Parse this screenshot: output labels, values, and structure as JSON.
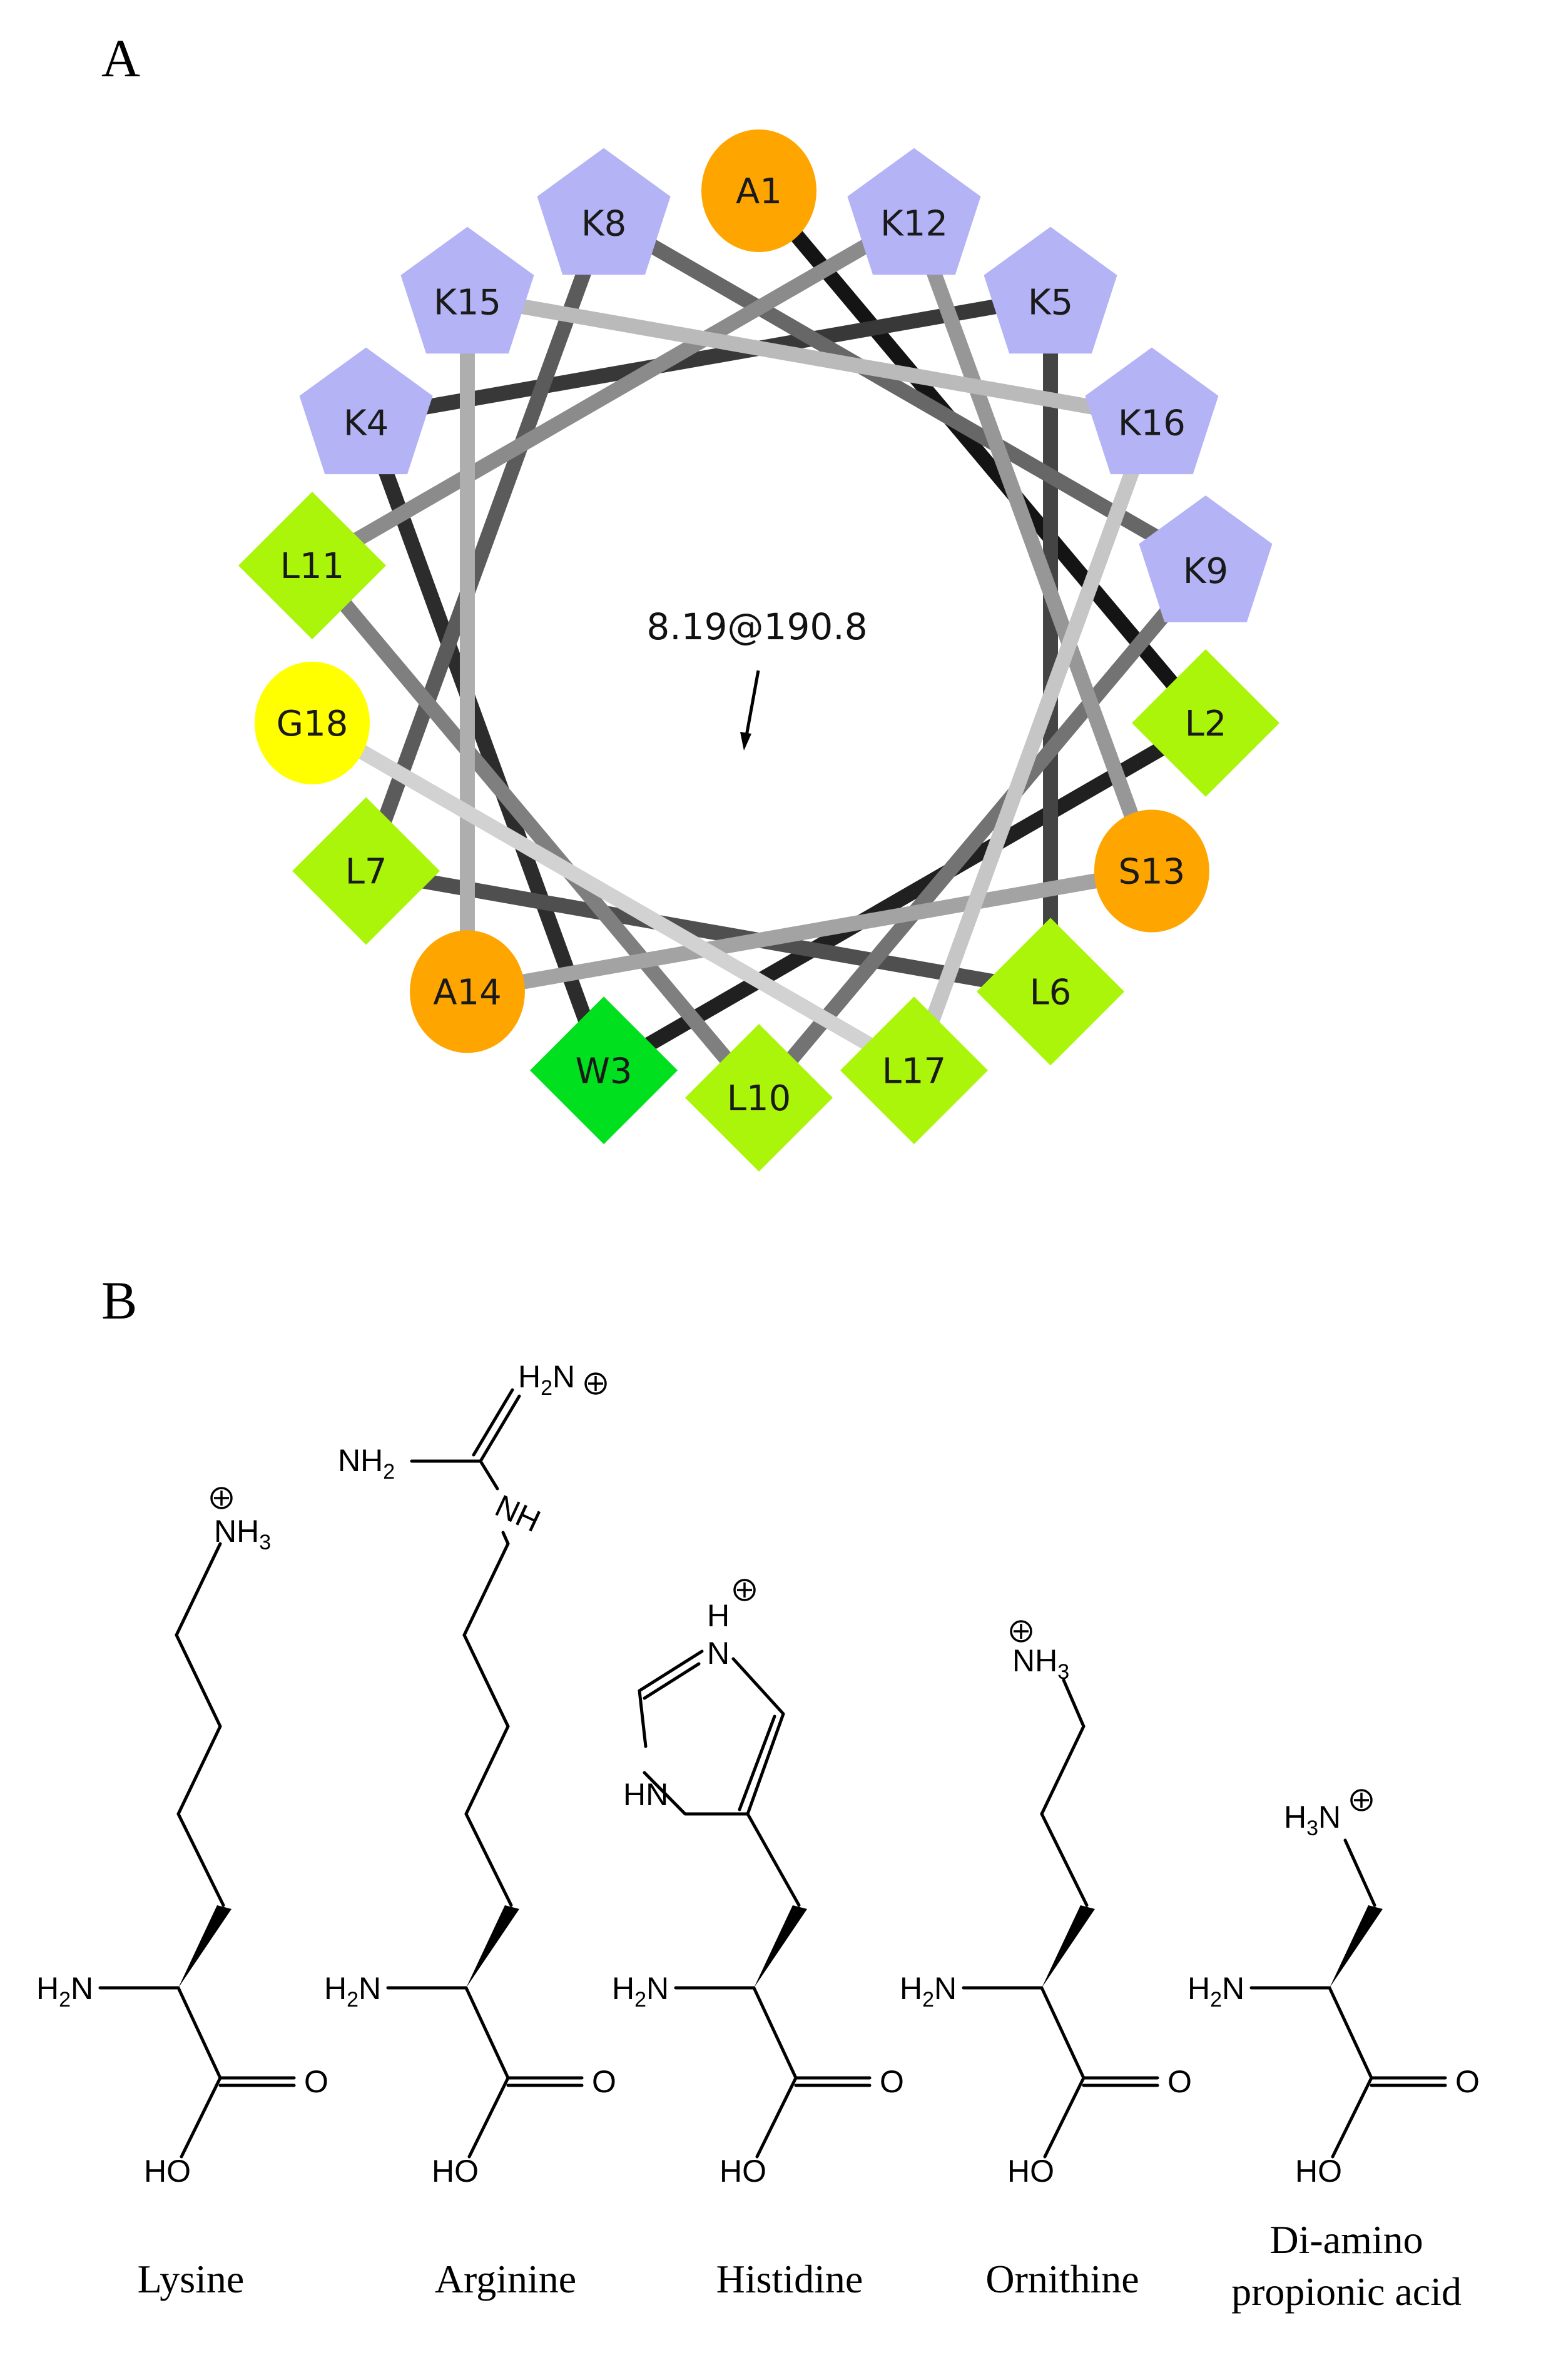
{
  "panel_a": {
    "letter": "A",
    "moment_label": "8.19@190.8",
    "residues": [
      {
        "label": "A1",
        "shape": "circle"
      },
      {
        "label": "L2",
        "shape": "diamond"
      },
      {
        "label": "W3",
        "shape": "diamond"
      },
      {
        "label": "K4",
        "shape": "pentagon"
      },
      {
        "label": "K5",
        "shape": "pentagon"
      },
      {
        "label": "L6",
        "shape": "diamond"
      },
      {
        "label": "L7",
        "shape": "diamond"
      },
      {
        "label": "K8",
        "shape": "pentagon"
      },
      {
        "label": "K9",
        "shape": "pentagon"
      },
      {
        "label": "L10",
        "shape": "diamond"
      },
      {
        "label": "L11",
        "shape": "diamond"
      },
      {
        "label": "K12",
        "shape": "pentagon"
      },
      {
        "label": "S13",
        "shape": "circle"
      },
      {
        "label": "A14",
        "shape": "circle"
      },
      {
        "label": "K15",
        "shape": "pentagon"
      },
      {
        "label": "K16",
        "shape": "pentagon"
      },
      {
        "label": "L17",
        "shape": "diamond"
      },
      {
        "label": "G18",
        "shape": "circle"
      }
    ],
    "colors": {
      "basic": "#b3b3f5",
      "hydrophobic": "#aaf50a",
      "tryptophan": "#00e01e",
      "small_polar": "#ffa500",
      "glycine": "#ffff00"
    }
  },
  "panel_b": {
    "letter": "B",
    "amino_acids": [
      {
        "name": "Lysine"
      },
      {
        "name": "Arginine"
      },
      {
        "name": "Histidine"
      },
      {
        "name": "Ornithine"
      },
      {
        "name_line1": "Di-amino",
        "name_line2": "propionic acid"
      }
    ],
    "labels": {
      "H": "H",
      "N": "N",
      "two": "2",
      "three": "3",
      "O": "O",
      "HO": "HO",
      "HN": "HN",
      "NH": "NH",
      "NH2": "NH",
      "NH3": "NH"
    }
  }
}
